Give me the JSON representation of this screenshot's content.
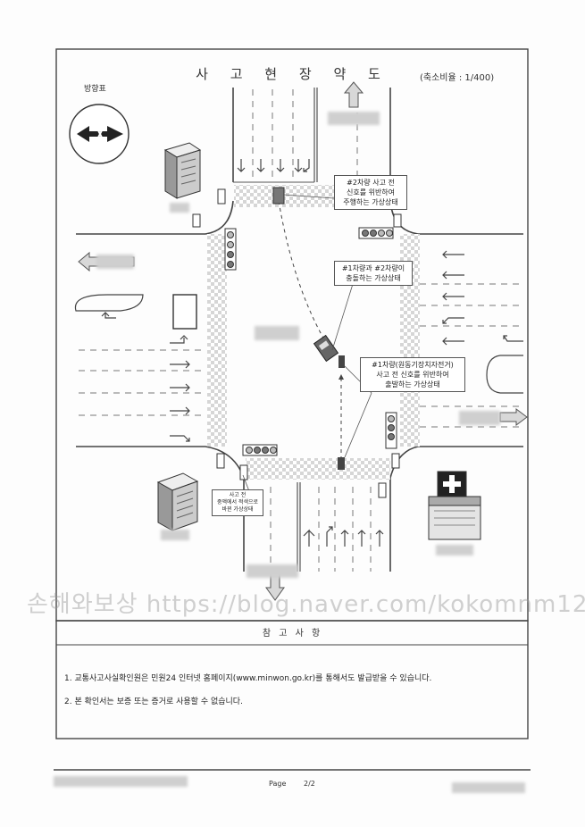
{
  "diagram": {
    "title": "사 고 현 장 약 도",
    "scale": "(축소비율 : 1/400)",
    "compass_label": "방향표",
    "callouts": {
      "car2_signal": [
        "#2차량 사고 전",
        "신호를 위반하여",
        "주행하는 가상상태"
      ],
      "collision": [
        "#1차량과 #2차량이",
        "충돌하는 가상상태"
      ],
      "car1_signal": [
        "#1차량(원동기장치자전거)",
        "사고 전 신호를 위반하여",
        "출발하는 가상상태"
      ],
      "car1_before": [
        "사고 전",
        "중액에서 적색으로",
        "바뀐 가상상태"
      ]
    }
  },
  "reference": {
    "title": "참 고 사 항",
    "notes": [
      "1. 교통사고사실확인원은 민원24 인터넷 홈페이지(www.minwon.go.kr)를 통해서도 발급받을 수 있습니다.",
      "2. 본 확인서는 보증 또는 증거로 사용할 수 없습니다."
    ]
  },
  "footer": {
    "page_label": "Page",
    "page_number": "2/2"
  },
  "watermark": "손해와보상 https://blog.naver.com/kokomnm12"
}
